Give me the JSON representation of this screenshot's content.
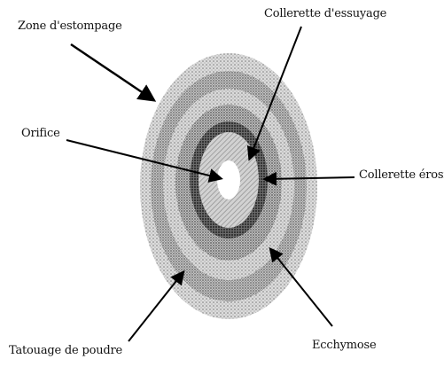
{
  "labels": {
    "zone_destompage": "Zone d'estompage",
    "collerette_essuyage": "Collerette d'essuyage",
    "orifice": "Orifice",
    "collerette_erosive": "Collerette érosive",
    "tatouage_poudre": "Tatouage de poudre",
    "ecchymose": "Ecchymose"
  },
  "colors": {
    "outer_zone": "#c8c8c8",
    "outer_zone_dots": "#8a8a8a",
    "collerette_ring": "#4a4a4a",
    "inner_zone": "#b8b8b8",
    "orifice": "#ffffff",
    "arrow": "#000000"
  }
}
